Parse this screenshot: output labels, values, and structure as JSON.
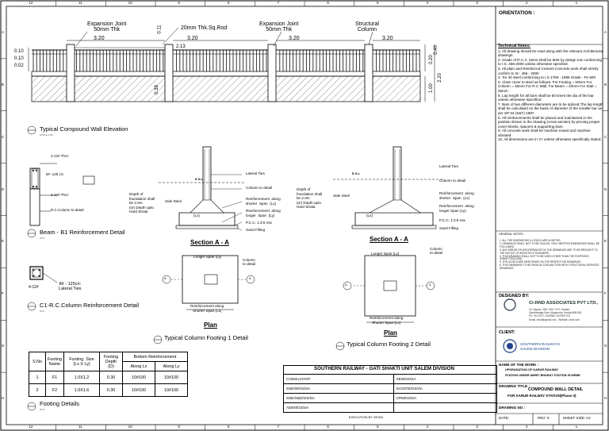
{
  "border": {
    "col_numbers": [
      "12",
      "11",
      "10",
      "9",
      "8",
      "7",
      "6",
      "5",
      "4",
      "3",
      "2",
      "1"
    ],
    "row_letters": [
      "A",
      "B",
      "C",
      "D",
      "E",
      "F",
      "G",
      "H"
    ]
  },
  "elevation": {
    "label_expansion_left": "Expansion Joint\n50mm Thk",
    "label_rod": "20mm Thk.Sq.Rod",
    "label_expansion_mid": "Expansion Joint\n50mm Thk",
    "label_structural": "Structural\nColumn",
    "dim_320_a": "3.20",
    "dim_320_b": "3.20",
    "dim_320_c": "3.20",
    "dim_320_d": "3.20",
    "dim_213": "2.13",
    "dim_011": "0.11",
    "dim_left_010a": "0.10",
    "dim_left_010b": "0.10",
    "dim_left_002": "0.02",
    "dim_020": "0.20",
    "dim_100": "1.00",
    "dim_220": "2.20",
    "dim_040": "0.40",
    "dim_030": "0.38",
    "title": "Typical Compound Wall Elevation",
    "scale": "SCALE 1:50"
  },
  "beam": {
    "lbl_top": "2-12# Thro'",
    "lbl_stirrup": "8# -125 c/c",
    "lbl_bot": "2-12# Thro'",
    "lbl_col": "R.C.Column to detail",
    "title": "Beam - B1 Reinforcement Detail",
    "scale": "NTS"
  },
  "column": {
    "lbl_bars": "4-12#",
    "lbl_ties": "8# - 125c/c\nLateral Ties",
    "title": "C1-R.C.Column Reinforcement Detail",
    "scale": "NTS"
  },
  "footing1": {
    "depth_note": "Depth of\nfoundation shall\nbe 2.0m\n(or) Depth upto\nHard Strata",
    "side_steel": "Side Steel",
    "egl": "E.G.L",
    "lateral_ties": "Lateral Ties",
    "column_detail": "Column to detail",
    "reinf_short": "Reinforcement  along\nshorter  Span  (Lx)",
    "reinf_long": "Reinforcement  along\nlonger  Span  (Ly)",
    "pcc": "P.C.C.  1:3:6  mix",
    "sand": "Sand Filling",
    "lx": "(Lx)",
    "section": "Section A - A",
    "longer_span": "Longer Span (Ly)",
    "col_detail2": "Column\nto detail",
    "reinf_short2": "Reinforcement along\nShorter Span (Lx)",
    "plan": "Plan",
    "title": "Typical Column Footing 1 Detail",
    "lbl_a": "A",
    "lbl_a2": "A"
  },
  "footing2": {
    "depth_note": "Depth of\nfoundation shall\nbe 2.0m\n(or) Depth upto\nHard Strata",
    "side_steel": "Side Steel",
    "egl": "E.G.L",
    "lateral_ties": "Lateral Ties",
    "column_detail": "Column to detail",
    "reinf_short": "Reinforcement  along\nshorter  Span  (Lx)",
    "reinf_long": "Reinforcement  along\nlonger Span (Ly)",
    "pcc": "P.C.C.  1:3:6  mix",
    "sand": "Sand Filling",
    "lx": "(Lx)",
    "section": "Section A - A",
    "longer_span": "Longer Span (Ly)",
    "col_detail2": "Column\nto detail",
    "reinf_short2": "Reinforcement along\nShorter Span (Lx)",
    "plan": "Plan",
    "title": "Typical Column Footing 2 Detail",
    "lbl_a": "A",
    "lbl_a2": "A"
  },
  "footing_table": {
    "headers": [
      "S.No",
      "Footing\nName",
      "Footing  Size\n(Lx X Ly)",
      "Footing\nDepth\n(D)",
      "Bottom Reinforcement"
    ],
    "sub_headers": [
      "Along Lx",
      "Along Ly"
    ],
    "rows": [
      [
        "1",
        "F1",
        "1.0X1.2",
        "0.30",
        "10#100",
        "10#100"
      ],
      [
        "2",
        "F2",
        "1.0X1.6",
        "0.30",
        "10#100",
        "10#100"
      ]
    ],
    "title": "Footing Details",
    "scale": "NTS"
  },
  "title_block": {
    "orientation": "ORIENTATION :",
    "notes_heading": "Technical Notes:",
    "notes": [
      "1. All drawing should be read along with the relevant Architectural drawings.",
      "2. Grade of R.C.C. items shall be M25 by design mix conforming to I.S. 456-2000 unless otherwise specified.",
      "3. All plain and Reinforced Cement Concrete work shall strictly confirm to IS : 456 - 2000",
      "4. Tor 40 steel conforming to I.S 1786 - 1985 Grade - Fe 500",
      "5. Clear cover to steel as follows. For Footing = 50mm  For Column = 40mm For R.C Wall, For Beam = 20mm    For Slab = 25mm",
      "6. Lap length for all bars shall be 50 times the dia of the bar unless otherwise Specified .",
      "7.  Bars of two different diameters are to be spliced,The lap  length shall be calculated on the basis of diameter of the  smaller bar as per SP:34 (S&T)-1987.",
      "8. All reinforcements shall be placed and maintained in the position shown in the drawing  (cross section) by proving proper cover blocks, spacers & supporting bars.",
      "9. All concrete work shall be machine mixed and machine vibrated",
      "10. All dimensions are in 'm' unless otherwise specifically stated."
    ],
    "general_notes_heading": "GENERAL NOTES :",
    "general_notes": [
      "1.   ALL THE DIMENSIONS & LEVELS ARE IN METER.",
      "2.   DRAWINGS SHALL NOT TO BE SCALED. ONLY WRITTEN DIMENSIONS SHALL BE FOLLOWED.",
      "3.   ANY ERROR OR DISCREPANCIES IN THE DRAWINGS ARE TO BE BROUGHT TO THE NOTICE OF ARCHITECT/ ENGINEER.",
      "4.   THIS DRAWING SHALL NOT TO BE USED OTHER THAN THE PURPOSES SUBMITTED/USED.",
      "5.   THE LEVELS ARE MENTIONED ON THE RESPECTIVE DRAWINGS.",
      "6.   THIS DRAWINGS TO BE READ IN CONJUNCTION WITH STRUCTURAL SERVICES DRAWINGS."
    ],
    "designed_by": "DESIGNED BY:",
    "firm_name": "Ci-RND ASSOCIATES PVT LTD.,",
    "firm_addr": "23, Nayars, 2ND, 5/67, R.R. Garden,\nGandhinagar East, Alappuzha, Kerala-688 008.\nPh: +91-0477 2244984, 9447997703\nEmail: cirnd@gmail.com,  Website: cirnd.com",
    "client": "CLIENT:",
    "client_name": "SOUTHERN RAILWAYS\nSALEM DIVISION",
    "name_of_work": "NAME OF THE WORK :",
    "work_line1": "UPGRADATION OF KARUR RAILWAY",
    "work_line2": "STATION UNDER AMRIT BHARAT STATION SCHEME",
    "drawing_title": "DRAWING TITLE :",
    "drawing_title_1": "COMPOUND WALL DETAIL",
    "drawing_title_2": "FOR KARUR RAILWAY STATION(Phase II)",
    "drawing_no": "DRAWING NO :",
    "date": "DATE:",
    "rev": "REV: 0",
    "sheet": "SHEET SIZE: A2"
  },
  "railway_block": {
    "heading": "SOUTHERN RAILWAY - GATI SHAKTI UNIT SALEM DIVISION",
    "rows": [
      [
        "CONSULTANT",
        "XEN/GS/SA"
      ],
      [
        "SSE/W/GS/SA",
        "Sr.DSTE/GS/SA"
      ],
      [
        "SSE/O&D/GS/SA",
        "CPM/GS/SA"
      ],
      [
        "ADEN/GS/SA",
        ""
      ]
    ],
    "execution": "EXECUTION BY GS/SA"
  }
}
